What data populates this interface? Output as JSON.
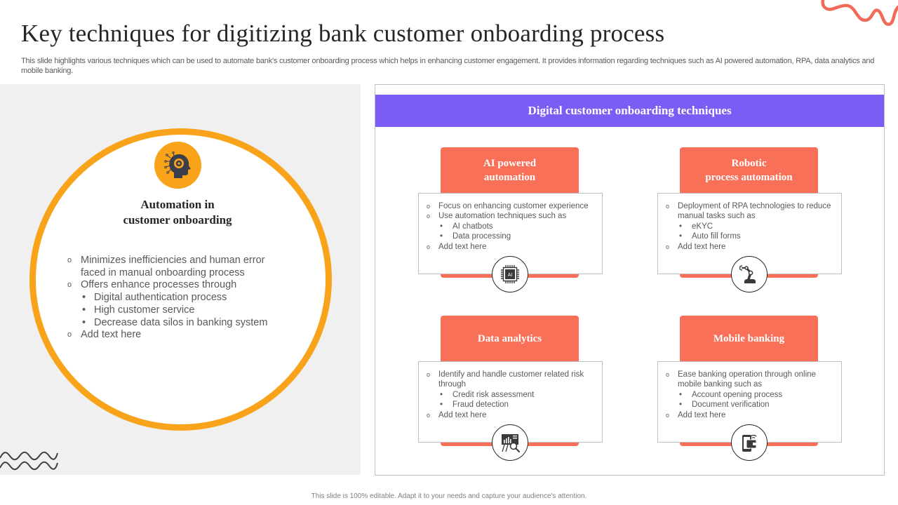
{
  "slide": {
    "title": "Key techniques for digitizing bank customer onboarding process",
    "subtitle": "This slide highlights various techniques which can be used to automate bank's customer onboarding process which helps in enhancing customer engagement. It provides information regarding techniques such as AI powered automation, RPA, data analytics and mobile banking.",
    "footer": "This slide is 100% editable.  Adapt it to your needs and capture your audience's attention."
  },
  "colors": {
    "accent_orange": "#f8a31a",
    "header_purple": "#7b5cf5",
    "card_coral": "#f97059",
    "panel_gray": "#f0f0f0",
    "text_dark": "#262626"
  },
  "left_panel": {
    "icon": "head-gear-icon",
    "heading_line1": "Automation in",
    "heading_line2": "customer onboarding",
    "points": [
      "Minimizes inefficiencies and human error faced in manual onboarding process",
      "Offers enhance processes through",
      "Add text here"
    ],
    "sub_points": [
      "Digital authentication process",
      "High customer service",
      "Decrease data silos in banking system"
    ]
  },
  "right_panel": {
    "header": "Digital customer onboarding techniques",
    "cards": [
      {
        "title_line1": "AI powered",
        "title_line2": "automation",
        "icon": "ai-chip-icon",
        "point1": "Focus on enhancing customer experience",
        "point2": "Use automation techniques such as",
        "sub1": "AI chatbots",
        "sub2": "Data processing",
        "point3": "Add text here"
      },
      {
        "title_line1": "Robotic",
        "title_line2": "process automation",
        "icon": "robotic-arm-icon",
        "point1": "Deployment of RPA technologies to reduce manual tasks such as",
        "sub1": "eKYC",
        "sub2": "Auto fill forms",
        "point3": "Add text here"
      },
      {
        "title_line1": "Data analytics",
        "icon": "analytics-presentation-icon",
        "point1": "Identify and handle customer related risk through",
        "sub1": "Credit risk assessment",
        "sub2": "Fraud detection",
        "point3": "Add text here"
      },
      {
        "title_line1": "Mobile banking",
        "icon": "mobile-wallet-icon",
        "point1": "Ease banking operation through online mobile banking such as",
        "sub1": "Account opening process",
        "sub2": "Document verification",
        "point3": "Add text here"
      }
    ]
  },
  "markers": {
    "circle": "o",
    "dot": "•"
  }
}
